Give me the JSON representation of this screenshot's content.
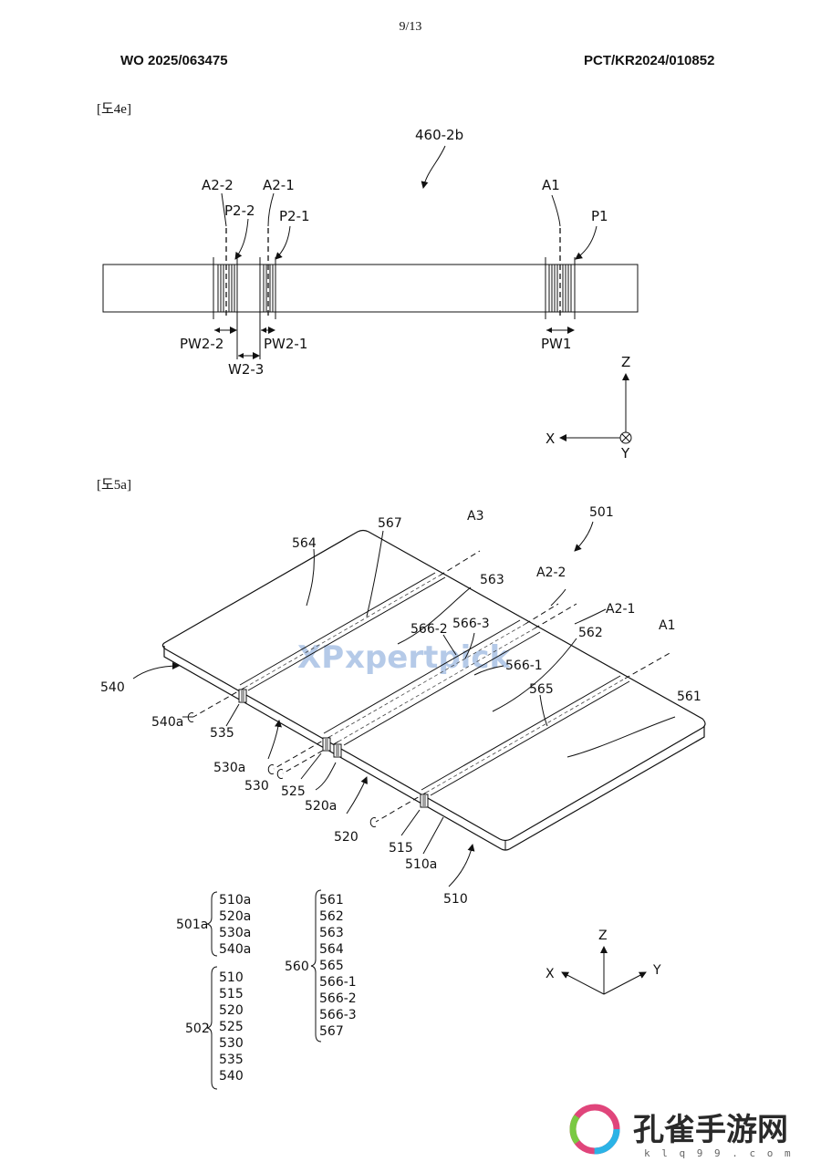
{
  "header": {
    "page_number": "9/13",
    "publication_number": "WO 2025/063475",
    "application_number": "PCT/KR2024/010852"
  },
  "figure_4e": {
    "label": "[도4e]",
    "reference": "460-2b",
    "labels": {
      "a2_2": "A2-2",
      "a2_1": "A2-1",
      "a1": "A1",
      "p2_2": "P2-2",
      "p2_1": "P2-1",
      "p1": "P1",
      "pw2_2": "PW2-2",
      "pw2_1": "PW2-1",
      "pw1": "PW1",
      "w2_3": "W2-3"
    },
    "axes": {
      "z": "Z",
      "x": "X",
      "y": "Y"
    }
  },
  "figure_5a": {
    "label": "[도5a]",
    "reference": "501",
    "labels": {
      "l564": "564",
      "l567": "567",
      "la3": "A3",
      "l563": "563",
      "la2_2": "A2-2",
      "la2_1": "A2-1",
      "l566_2": "566-2",
      "l566_3": "566-3",
      "l562": "562",
      "la1": "A1",
      "l566_1": "566-1",
      "l565": "565",
      "l561": "561",
      "l540": "540",
      "l540a": "540a",
      "l535": "535",
      "l530a": "530a",
      "l530": "530",
      "l525": "525",
      "l520a": "520a",
      "l520": "520",
      "l515": "515",
      "l510a": "510a",
      "l510": "510"
    },
    "axes": {
      "z": "Z",
      "x": "X",
      "y": "Y"
    },
    "legend": {
      "group_501a": {
        "name": "501a",
        "items": [
          "510a",
          "520a",
          "530a",
          "540a"
        ]
      },
      "group_502": {
        "name": "502",
        "items": [
          "510",
          "515",
          "520",
          "525",
          "530",
          "535",
          "540"
        ]
      },
      "group_560": {
        "name": "560",
        "items": [
          "561",
          "562",
          "563",
          "564",
          "565",
          "566-1",
          "566-2",
          "566-3",
          "567"
        ]
      }
    }
  },
  "watermark": {
    "text": "xpertpick",
    "mark": "XP"
  },
  "logo": {
    "name": "孔雀手游网",
    "url": "k l q 9 9 . c o m"
  }
}
